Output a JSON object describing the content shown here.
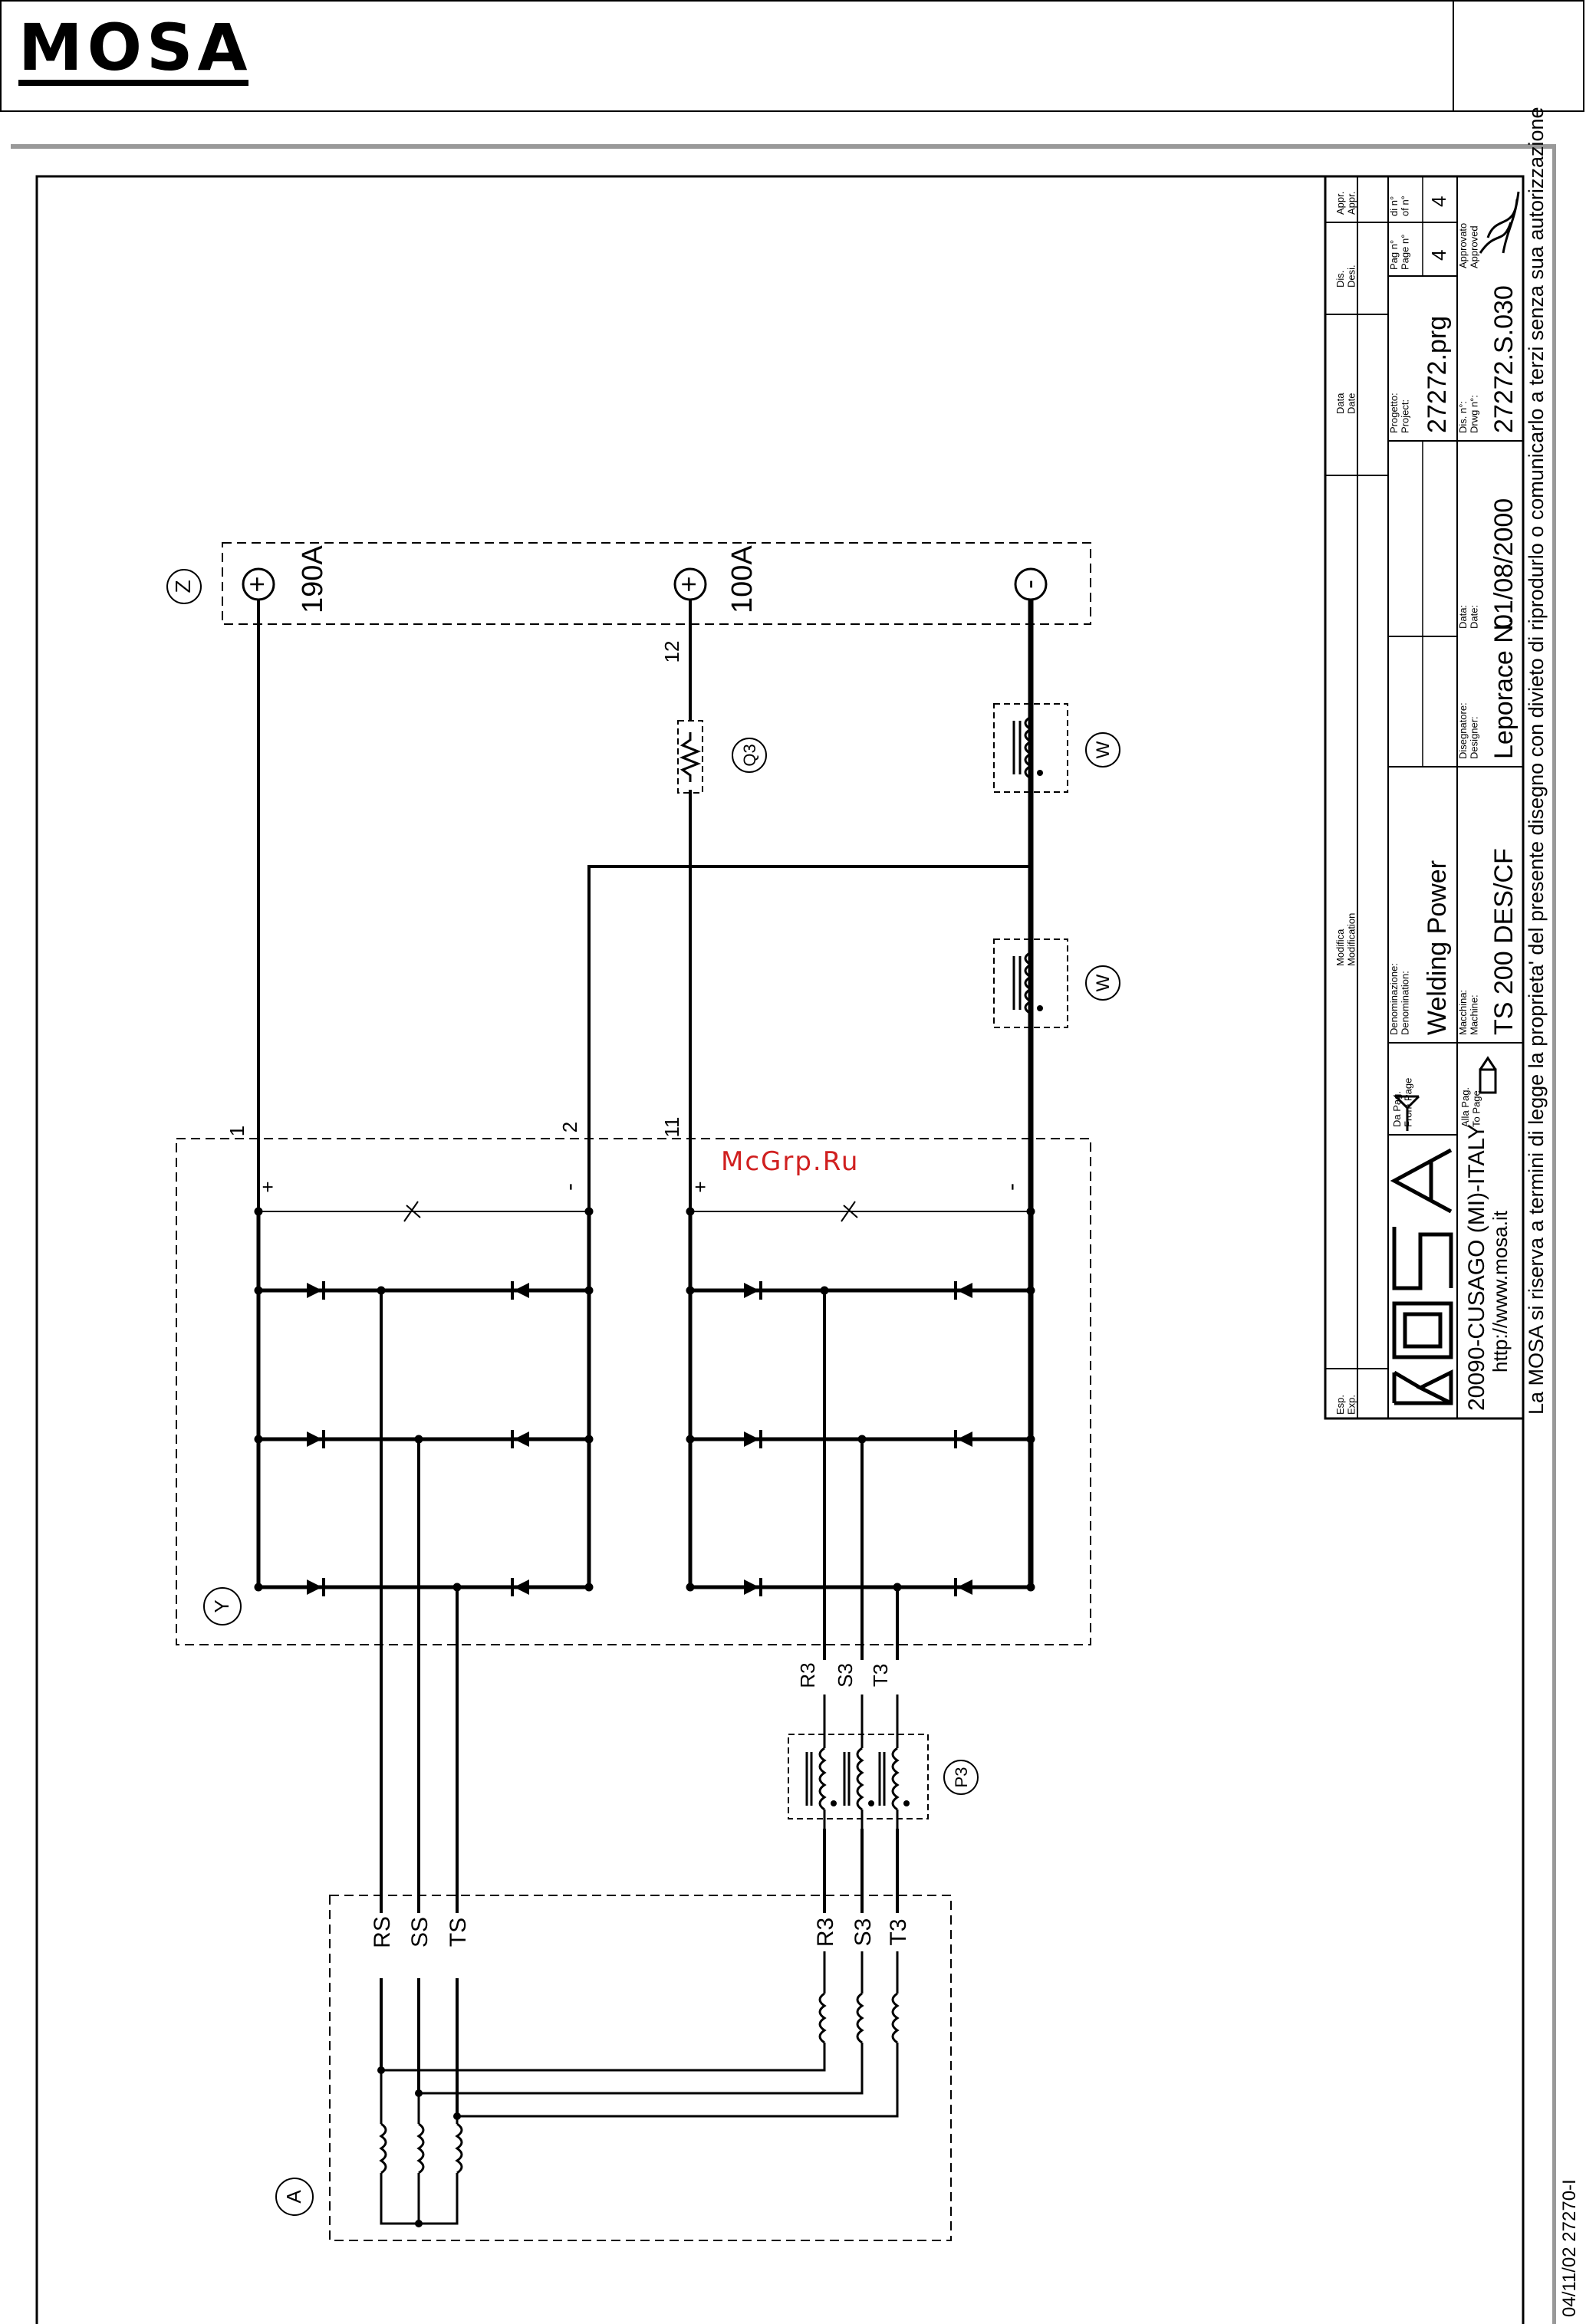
{
  "header": {
    "logo": "MOSA"
  },
  "drawing": {
    "components": {
      "A": "A",
      "Y": "Y",
      "Z": "Z",
      "P3": "P3",
      "Q3": "Q3",
      "W1": "W",
      "W2": "W"
    },
    "output_terminals": {
      "pos_190": "+",
      "pos_100": "+",
      "neg": "-",
      "label_190": "190A",
      "label_100": "100A"
    },
    "wire_numbers": {
      "w1": "1",
      "w2": "2",
      "w11": "11",
      "w12": "12"
    },
    "bridge_signs": {
      "b1_pos": "+",
      "b1_neg": "-",
      "b2_pos": "+",
      "b2_neg": "-"
    },
    "phase_labels": {
      "gen_rs": "RS",
      "gen_ss": "SS",
      "gen_ts": "TS",
      "gen_r3": "R3",
      "gen_s3": "S3",
      "gen_t3": "T3",
      "br_r3": "R3",
      "br_s3": "S3",
      "br_t3": "T3"
    }
  },
  "title_block": {
    "esp": "Esp.\nExp.",
    "modifica": "Modifica\nModification",
    "data": "Data\nDate",
    "dis": "Dis.\nDesi.",
    "appr": "Appr.\nAppr.",
    "company_address": "20090-CUSAGO (MI)-ITALY",
    "company_url": "http://www.mosa.it",
    "da_pag": "Da Pag.\nFrom Page",
    "alla_pag": "Alla Pag.\nTo Page",
    "denominazione_label": "Denominazione:\nDenomination:",
    "denominazione_value": "Welding Power",
    "macchina_label": "Macchina:\nMachine:",
    "macchina_value": "TS 200 DES/CF",
    "disegnatore_label": "Disegnatore:\nDesigner:",
    "disegnatore_value": "Leporace N.",
    "data_label": "Data:\nDate:",
    "data_value": "01/08/2000",
    "progetto_label": "Progetto:\nProject:",
    "progetto_value": "27272.prg",
    "dis_n_label": "Dis. n°:\nDrwg n°:",
    "dis_n_value": "27272.S.030",
    "pag_label": "Pag n°\nPage n°",
    "pag_value": "4",
    "di_label": "di n°\nof n°",
    "di_value": "4",
    "approvato_label": "Approvato\nApproved",
    "copyright": "La MOSA si riserva a termini di legge la proprieta' del presente disegno con divieto di riprodurlo o comunicarlo a terzi senza sua autorizzazione"
  },
  "footer_code": "04/11/02 27270-I",
  "watermark": "McGrp.Ru"
}
